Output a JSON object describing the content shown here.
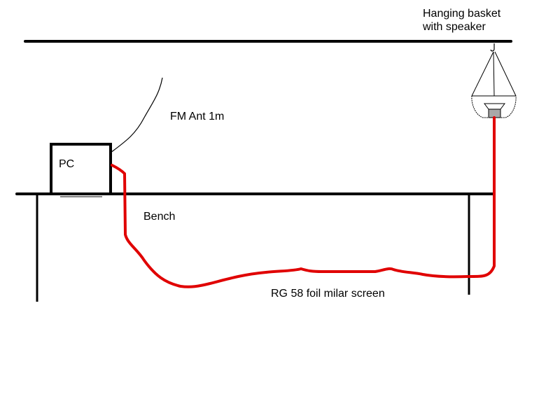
{
  "labels": {
    "hanging_basket": [
      "Hanging basket",
      "with speaker"
    ],
    "fm_antenna": "FM Ant 1m",
    "pc": "PC",
    "bench": "Bench",
    "cable": "RG 58 foil milar screen"
  },
  "colors": {
    "line": "#000000",
    "cable": "#e00000",
    "speaker": "#a8a8a8"
  }
}
